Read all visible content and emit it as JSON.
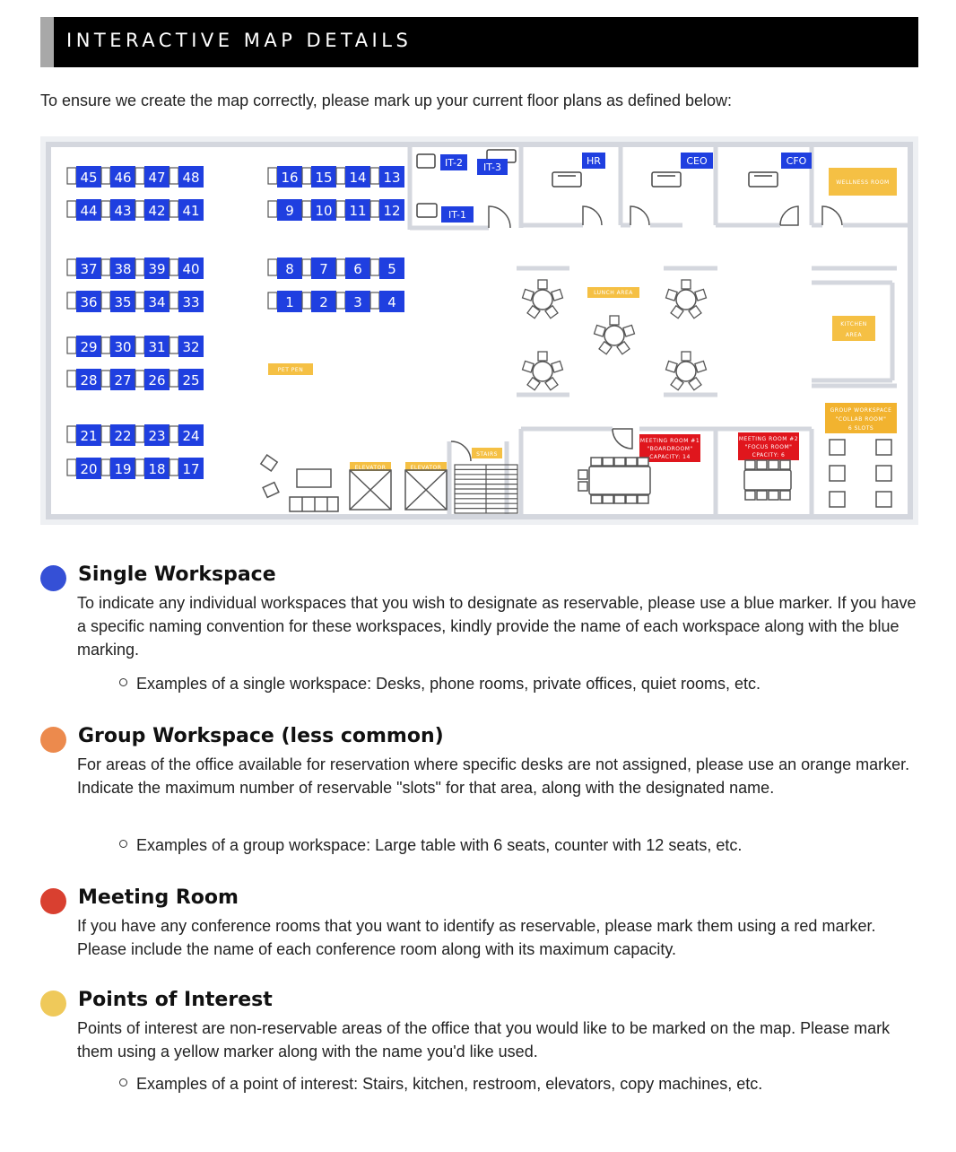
{
  "header": {
    "title": "INTERACTIVE MAP DETAILS"
  },
  "intro": "To ensure we create the map correctly, please mark up your current floor plans as defined below:",
  "map": {
    "desk_blocks": [
      {
        "top_row": [
          "45",
          "46",
          "47",
          "48"
        ],
        "bottom_row": [
          "44",
          "43",
          "42",
          "41"
        ]
      },
      {
        "top_row": [
          "37",
          "38",
          "39",
          "40"
        ],
        "bottom_row": [
          "36",
          "35",
          "34",
          "33"
        ]
      },
      {
        "top_row": [
          "29",
          "30",
          "31",
          "32"
        ],
        "bottom_row": [
          "28",
          "27",
          "26",
          "25"
        ]
      },
      {
        "top_row": [
          "21",
          "22",
          "23",
          "24"
        ],
        "bottom_row": [
          "20",
          "19",
          "18",
          "17"
        ]
      },
      {
        "top_row": [
          "16",
          "15",
          "14",
          "13"
        ],
        "bottom_row": [
          "9",
          "10",
          "11",
          "12"
        ]
      },
      {
        "top_row": [
          "8",
          "7",
          "6",
          "5"
        ],
        "bottom_row": [
          "1",
          "2",
          "3",
          "4"
        ]
      }
    ],
    "offices": {
      "it2": "IT-2",
      "it3": "IT-3",
      "it1": "IT-1",
      "hr": "HR",
      "ceo": "CEO",
      "cfo": "CFO"
    },
    "points_of_interest": {
      "wellness": "WELLNESS ROOM",
      "lunch": "LUNCH AREA",
      "kitchen_1": "KITCHEN",
      "kitchen_2": "AREA",
      "pet_pen": "PET PEN",
      "elevator": "ELEVATOR",
      "stairs": "STAIRS"
    },
    "group_workspace": {
      "line1": "GROUP WORKSPACE",
      "line2": "\"COLLAB ROOM\"",
      "line3": "6 SLOTS"
    },
    "meeting_room_1": {
      "line1": "MEETING ROOM #1",
      "line2": "\"BOARDROOM\"",
      "line3": "CAPACITY: 14"
    },
    "meeting_room_2": {
      "line1": "MEETING ROOM #2",
      "line2": "\"FOCUS ROOM\"",
      "line3": "CPACITY: 6"
    }
  },
  "sections": [
    {
      "title": "Single Workspace",
      "color": "#3550d6",
      "body": "To indicate any individual workspaces that you wish to designate as reservable, please use a blue marker. If you have a specific naming convention for these workspaces, kindly provide the name of each workspace along with the blue marking.",
      "example": "Examples of a single workspace: Desks, phone rooms, private offices, quiet rooms, etc."
    },
    {
      "title": "Group Workspace (less common)",
      "color": "#ec8a4d",
      "body": "For areas of the office available for reservation where specific desks are not assigned, please use an orange marker. Indicate the maximum number of reservable \"slots\" for that area, along with the designated name.",
      "example": "Examples of a group workspace: Large table with 6 seats, counter with 12 seats, etc."
    },
    {
      "title": "Meeting Room",
      "color": "#d94030",
      "body": "If you have any conference rooms that you want to identify as reservable, please mark them using a red marker. Please include the name of each conference room along with its maximum capacity.",
      "example": ""
    },
    {
      "title": "Points of Interest",
      "color": "#efc95a",
      "body": "Points of interest are non-reservable areas of the office that you would like to be marked on the map. Please mark them using a yellow marker along with the name you'd like used.",
      "example": "Examples of a point of interest: Stairs, kitchen, restroom, elevators, copy machines, etc."
    }
  ],
  "colors": {
    "blue": "#1f3fe0",
    "orange": "#f2b32f",
    "red": "#e0161d",
    "yellow": "#f5c044"
  }
}
